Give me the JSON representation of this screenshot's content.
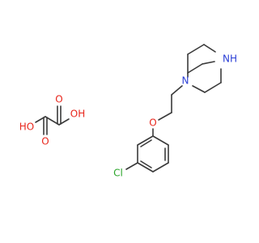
{
  "atoms": {
    "oxalic_ho_left": "HO",
    "oxalic_o_top": "O",
    "oxalic_o_bottom": "O",
    "oxalic_oh_right": "OH",
    "piperazine_n_top": "NH",
    "piperazine_n_bottom": "N",
    "ether_o": "O",
    "chlorine": "Cl"
  },
  "colors": {
    "bond": "#3a3a3a",
    "oxygen": "#e8261c",
    "nitrogen": "#2b3fd6",
    "chlorine": "#2aa52a"
  }
}
